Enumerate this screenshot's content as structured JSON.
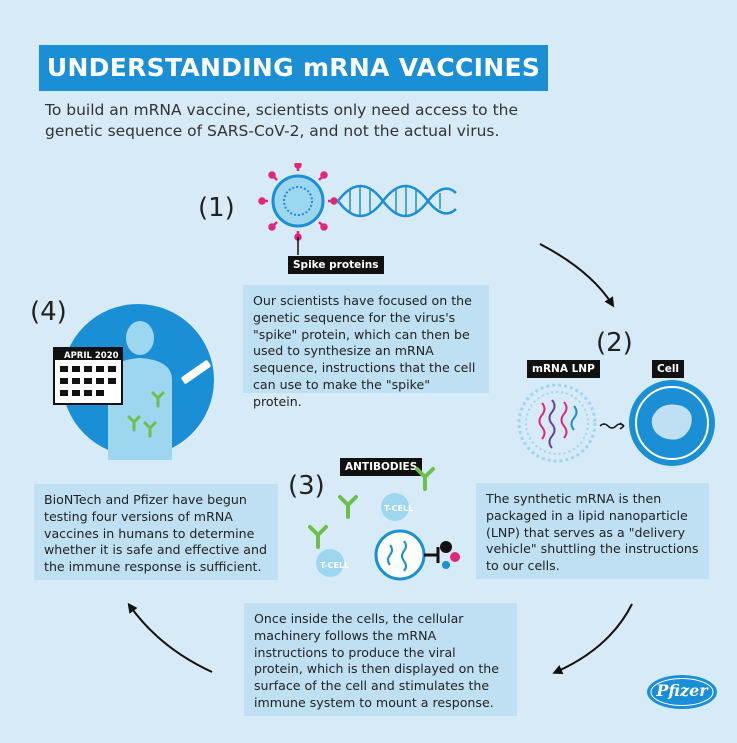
{
  "title": "UNDERSTANDING mRNA VACCINES",
  "subtitle": "To build an mRNA vaccine, scientists only need access to the genetic sequence of SARS-CoV-2, and not the actual virus.",
  "steps": [
    {
      "number": "(1)",
      "text": "Our scientists have focused on the genetic sequence for the virus's \"spike\" protein, which can then be used to synthesize an mRNA sequence, instructions that the cell can use to make the \"spike\" protein."
    },
    {
      "number": "(2)",
      "text": "The synthetic mRNA is then packaged in a lipid nanoparticle (LNP) that serves as a \"delivery vehicle\" shuttling the instructions to our cells."
    },
    {
      "number": "(3)",
      "text": "Once inside the cells, the cellular machinery follows the mRNA instructions to produce the viral protein, which is then displayed on the surface of the cell and stimulates the immune system to mount a response."
    },
    {
      "number": "(4)",
      "text": "BioNTech and Pfizer have begun testing four versions of mRNA vaccines in humans to determine whether it is safe and effective and the immune response is sufficient."
    }
  ],
  "labels": {
    "spike_proteins": "Spike proteins",
    "mrna_lnp": "mRNA LNP",
    "cell": "Cell",
    "antibodies": "ANTIBODIES",
    "tcell": "T-CELL",
    "calendar": "APRIL 2020"
  },
  "logo_text": "Pfizer",
  "colors": {
    "background": "#d6ebf7",
    "title_bg": "#1a8fd6",
    "box_bg": "#bfe0f3",
    "virus_spike": "#e0287a",
    "accent_blue": "#1a8fd6",
    "antibody_green": "#6cc04a"
  }
}
